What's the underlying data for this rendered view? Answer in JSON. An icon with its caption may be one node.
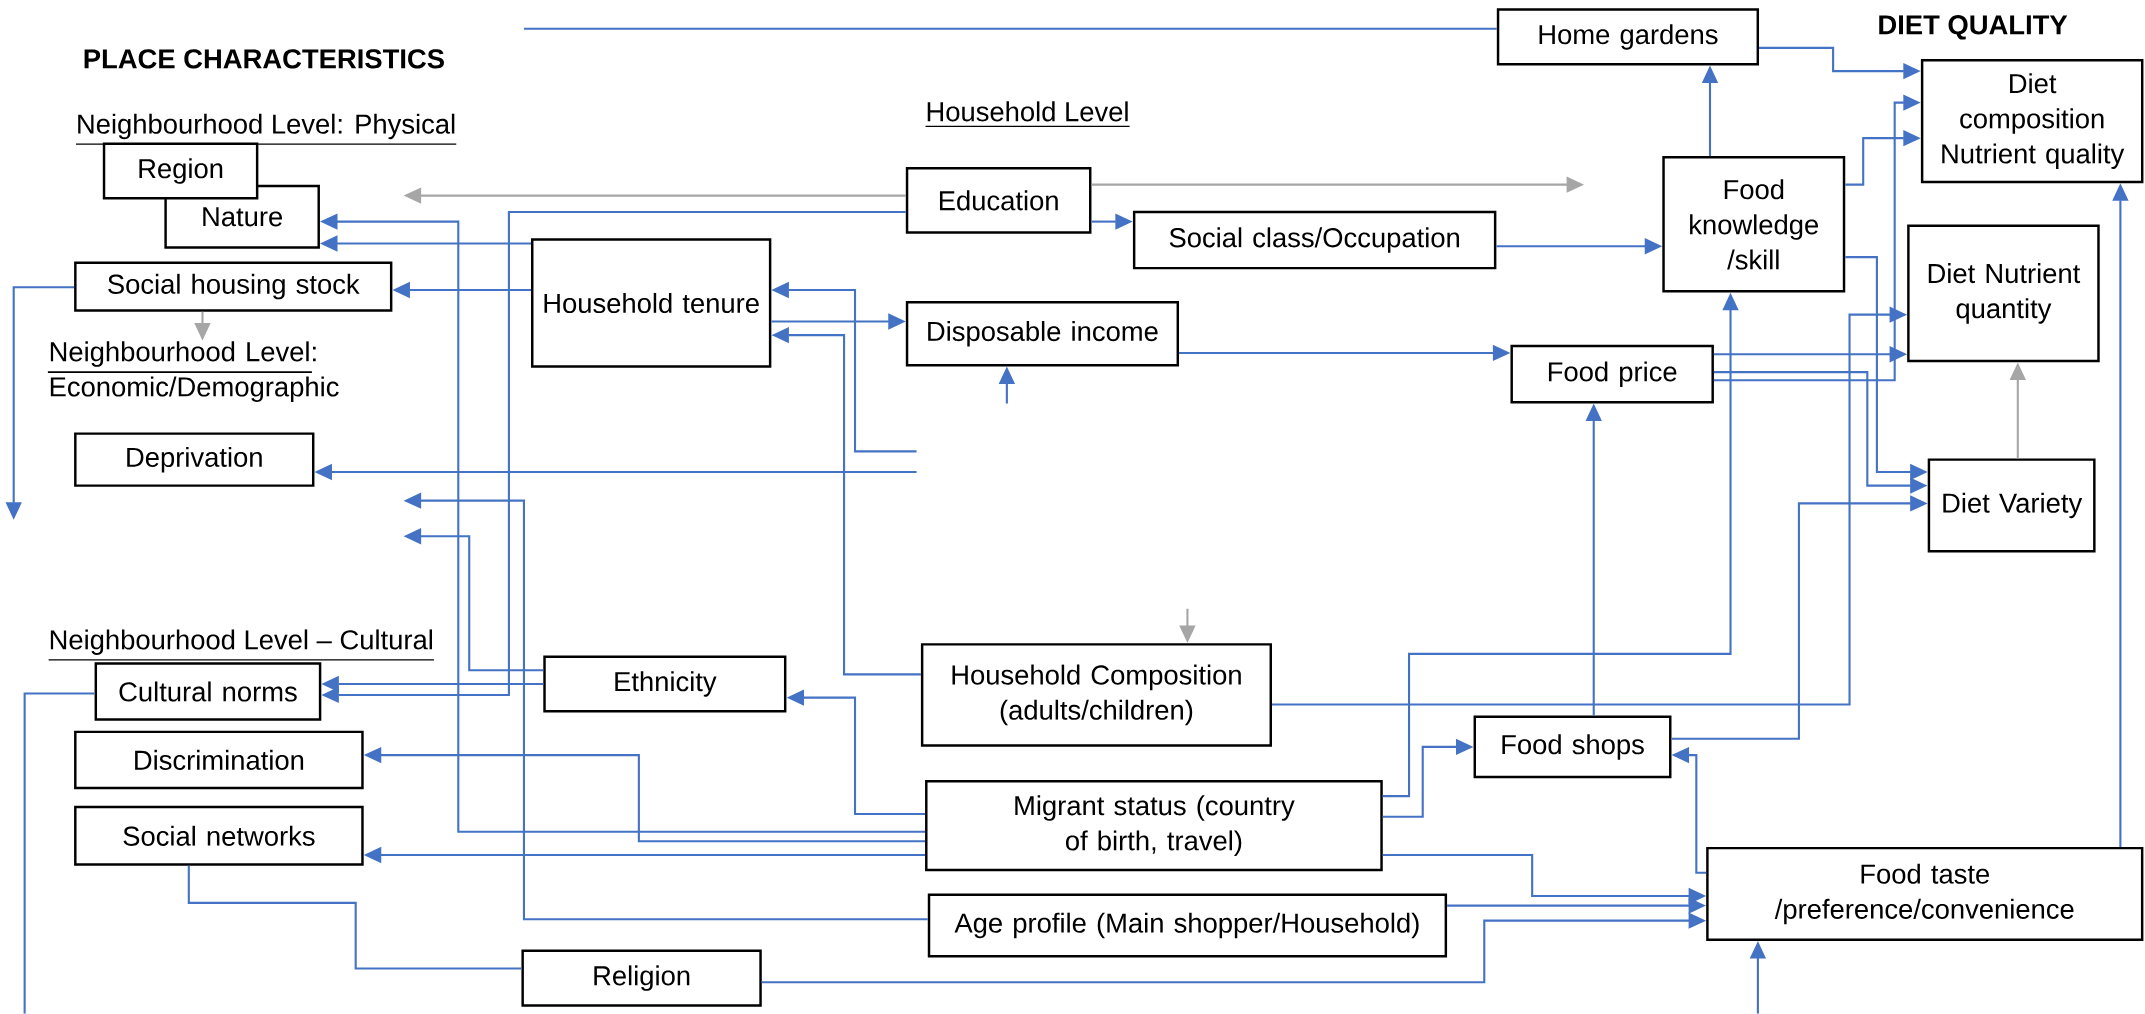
{
  "diagram": {
    "nodes": [
      {
        "text": [
          "Home gardens"
        ]
      },
      {
        "text": [
          "Diet composition Nutrient quality"
        ]
      },
      {
        "text": [
          "Region"
        ]
      },
      {
        "text": [
          "Nature"
        ]
      },
      {
        "text": [
          "Education"
        ]
      },
      {
        "text": [
          "Social class/Occupation"
        ]
      },
      {
        "text": [
          "Food knowledge /skill"
        ]
      },
      {
        "text": [
          "Household tenure"
        ]
      },
      {
        "text": [
          "Social housing stock"
        ]
      },
      {
        "text": [
          "Diet Nutrient quantity"
        ]
      },
      {
        "text": [
          "Disposable income"
        ]
      },
      {
        "text": [
          "Food price"
        ]
      },
      {
        "text": [
          "Deprivation"
        ]
      },
      {
        "text": [
          "Diet Variety"
        ]
      },
      {
        "text": [
          "Cultural norms"
        ]
      },
      {
        "text": [
          "Ethnicity"
        ]
      },
      {
        "text": [
          "Household Composition (adults/children)"
        ]
      },
      {
        "text": [
          "Discrimination"
        ]
      },
      {
        "text": [
          "Food shops"
        ]
      },
      {
        "text": [
          "Migrant status (country of birth, travel)"
        ]
      },
      {
        "text": [
          "Social networks"
        ]
      },
      {
        "text": [
          "Food taste /preference/convenience"
        ]
      },
      {
        "text": [
          "Age profile (Main shopper/Household)"
        ]
      },
      {
        "text": [
          "Religion"
        ]
      },
      {
        "text": [
          "Neighbourhood Level: Economic/Demographic"
        ]
      }
    ],
    "edges": [
      {
        "from": null,
        "to": 0,
        "arrow": "none"
      },
      {
        "from": 0,
        "to": 1,
        "arrow": "to"
      },
      {
        "from": 6,
        "to": 0,
        "arrow": "to"
      },
      {
        "from": 6,
        "to": 1,
        "arrow": "to"
      },
      {
        "from": 6,
        "to": 13,
        "arrow": "to"
      },
      {
        "from": 5,
        "to": 6,
        "arrow": "to"
      },
      {
        "from": 4,
        "to": 5,
        "arrow": "to"
      },
      {
        "from": 4,
        "to": null,
        "arrow": "to",
        "color": "#a6a6a6"
      },
      {
        "from": 4,
        "to": null,
        "arrow": "to",
        "color": "#a6a6a6"
      },
      {
        "from": 4,
        "to": 14,
        "arrow": "to"
      },
      {
        "from": 7,
        "to": 3,
        "arrow": "to"
      },
      {
        "from": 7,
        "to": 8,
        "arrow": "to"
      },
      {
        "from": 7,
        "to": 10,
        "arrow": "to"
      },
      {
        "from": null,
        "to": 7,
        "arrow": "to"
      },
      {
        "from": null,
        "to": 12,
        "arrow": "to"
      },
      {
        "from": 16,
        "to": 7,
        "arrow": "to"
      },
      {
        "from": null,
        "to": 10,
        "arrow": "to"
      },
      {
        "from": 10,
        "to": 11,
        "arrow": "to"
      },
      {
        "from": 11,
        "to": 9,
        "arrow": "to"
      },
      {
        "from": 11,
        "to": 13,
        "arrow": "to"
      },
      {
        "from": 11,
        "to": 1,
        "arrow": "to"
      },
      {
        "from": 18,
        "to": 11,
        "arrow": "to"
      },
      {
        "from": 18,
        "to": 13,
        "arrow": "to"
      },
      {
        "from": 16,
        "to": 9,
        "arrow": "to"
      },
      {
        "from": null,
        "to": 16,
        "arrow": "to",
        "color": "#a6a6a6"
      },
      {
        "from": 19,
        "to": 18,
        "arrow": "to"
      },
      {
        "from": 19,
        "to": 6,
        "arrow": "to"
      },
      {
        "from": 19,
        "to": 15,
        "arrow": "to"
      },
      {
        "from": 19,
        "to": 17,
        "arrow": "to"
      },
      {
        "from": 19,
        "to": 20,
        "arrow": "to"
      },
      {
        "from": 19,
        "to": 3,
        "arrow": "to"
      },
      {
        "from": 15,
        "to": null,
        "arrow": "to"
      },
      {
        "from": 22,
        "to": null,
        "arrow": "to"
      },
      {
        "from": 19,
        "to": 21,
        "arrow": "to"
      },
      {
        "from": 22,
        "to": 21,
        "arrow": "to"
      },
      {
        "from": 23,
        "to": 21,
        "arrow": "to"
      },
      {
        "from": 20,
        "to": 23,
        "arrow": "none"
      },
      {
        "from": 15,
        "to": 14,
        "arrow": "to"
      },
      {
        "from": 21,
        "to": 18,
        "arrow": "to"
      },
      {
        "from": 21,
        "to": 1,
        "arrow": "to"
      },
      {
        "from": null,
        "to": 21,
        "arrow": "to"
      },
      {
        "from": 13,
        "to": 9,
        "arrow": "to",
        "color": "#a6a6a6"
      },
      {
        "from": 8,
        "to": 24,
        "arrow": "to",
        "color": "#a6a6a6"
      },
      {
        "from": 8,
        "to": null,
        "arrow": "to"
      },
      {
        "from": 14,
        "to": null,
        "arrow": "none"
      }
    ],
    "labels": [
      "DIET QUALITY",
      "PLACE CHARACTERISTICS",
      "Household Level",
      "Neighbourhood Level: Physical",
      "Neighbourhood Level – Cultural"
    ]
  }
}
